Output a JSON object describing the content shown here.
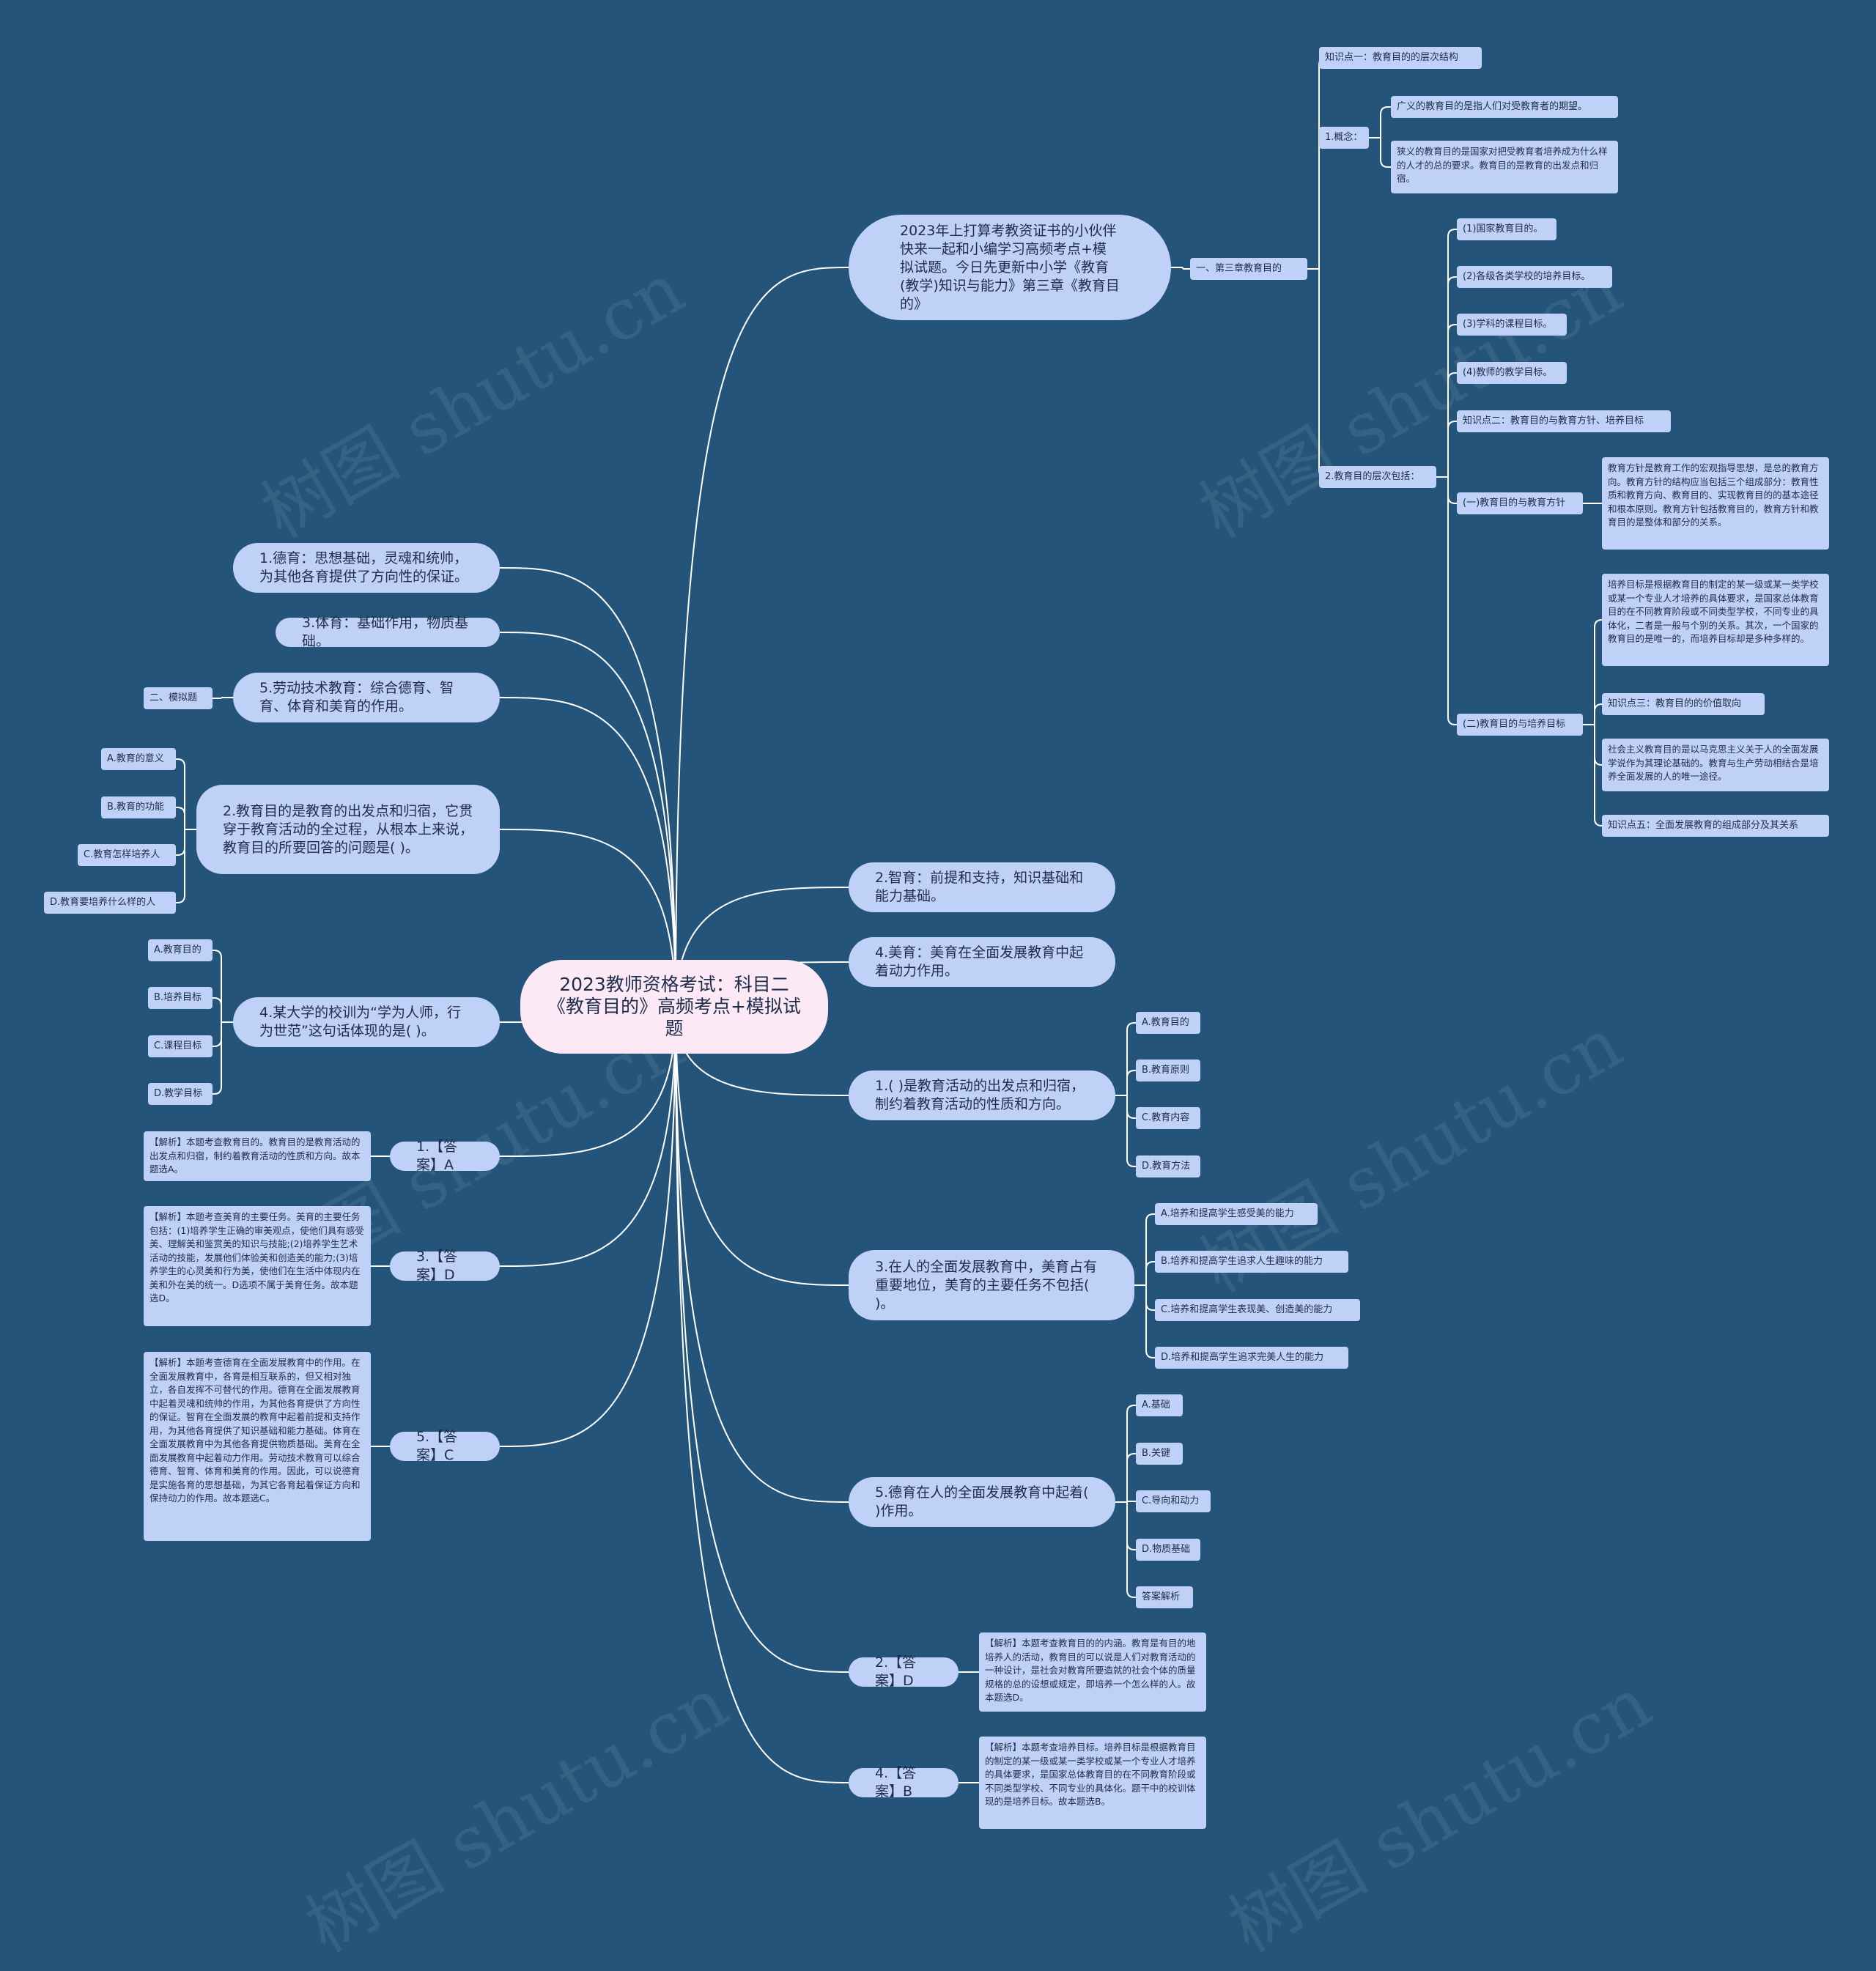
{
  "watermark": "树图 shutu.cn",
  "root": {
    "label": "2023教师资格考试：科目二《教育目的》高频考点+模拟试题"
  },
  "right": {
    "intro": "2023年上打算考教资证书的小伙伴快来一起和小编学习高频考点+模拟试题。今日先更新中小学《教育(教学)知识与能力》第三章《教育目的》",
    "chapter": "一、第三章教育目的",
    "kp1": "知识点一：教育目的的层次结构",
    "concept": "1.概念：",
    "concept_broad": "广义的教育目的是指人们对受教育者的期望。",
    "concept_narrow": "狭义的教育目的是国家对把受教育者培养成为什么样的人才的总的要求。教育目的是教育的出发点和归宿。",
    "levels": "2.教育目的层次包括：",
    "level_items": [
      "(1)国家教育目的。",
      "(2)各级各类学校的培养目标。",
      "(3)学科的课程目标。",
      "(4)教师的教学目标。"
    ],
    "kp2": "知识点二：教育目的与教育方针、培养目标",
    "policy": "(一)教育目的与教育方针",
    "policy_text": "教育方针是教育工作的宏观指导思想，是总的教育方向。教育方针的结构应当包括三个组成部分：教育性质和教育方向、教育目的、实现教育目的的基本途径和根本原则。教育方针包括教育目的，教育方针和教育目的是整体和部分的关系。",
    "goal": "(二)教育目的与培养目标",
    "goal_text": "培养目标是根据教育目的制定的某一级或某一类学校或某一个专业人才培养的具体要求，是国家总体教育目的在不同教育阶段或不同类型学校，不同专业的具体化，二者是一般与个别的关系。其次，一个国家的教育目的是唯一的，而培养目标却是多种多样的。",
    "kp3": "知识点三：教育目的的价值取向",
    "socialist": "社会主义教育目的是以马克思主义关于人的全面发展学说作为其理论基础的。教育与生产劳动相结合是培养全面发展的人的唯一途径。",
    "kp5": "知识点五：全面发展教育的组成部分及其关系",
    "zhiyu": "2.智育：前提和支持，知识基础和能力基础。",
    "meiyu": "4.美育：美育在全面发展教育中起着动力作用。",
    "q1": "1.( )是教育活动的出发点和归宿，制约着教育活动的性质和方向。",
    "q1_options": [
      "A.教育目的",
      "B.教育原则",
      "C.教育内容",
      "D.教育方法"
    ],
    "q3": "3.在人的全面发展教育中，美育占有重要地位，美育的主要任务不包括( )。",
    "q3_options": [
      "A.培养和提高学生感受美的能力",
      "B.培养和提高学生追求人生趣味的能力",
      "C.培养和提高学生表现美、创造美的能力",
      "D.培养和提高学生追求完美人生的能力"
    ],
    "q5": "5.德育在人的全面发展教育中起着( )作用。",
    "q5_options": [
      "A.基础",
      "B.关键",
      "C.导向和动力",
      "D.物质基础",
      "答案解析"
    ],
    "a2": "2.【答案】D",
    "a2_text": "【解析】本题考查教育目的的内涵。教育是有目的地培养人的活动，教育目的可以说是人们对教育活动的一种设计，是社会对教育所要造就的社会个体的质量规格的总的设想或规定，即培养一个怎么样的人。故本题选D。",
    "a4": "4.【答案】B",
    "a4_text": "【解析】本题考查培养目标。培养目标是根据教育目的制定的某一级或某一类学校或某一个专业人才培养的具体要求，是国家总体教育目的在不同教育阶段或不同类型学校、不同专业的具体化。题干中的校训体现的是培养目标。故本题选B。"
  },
  "left": {
    "deyu": "1.德育：思想基础，灵魂和统帅，为其他各育提供了方向性的保证。",
    "tiyu": "3.体育：基础作用，物质基础。",
    "laodong": "5.劳动技术教育：综合德育、智育、体育和美育的作用。",
    "mock": "二、模拟题",
    "q2": "2.教育目的是教育的出发点和归宿，它贯穿于教育活动的全过程，从根本上来说，教育目的所要回答的问题是( )。",
    "q2_options": [
      "A.教育的意义",
      "B.教育的功能",
      "C.教育怎样培养人",
      "D.教育要培养什么样的人"
    ],
    "q4": "4.某大学的校训为“学为人师，行为世范”这句话体现的是( )。",
    "q4_options": [
      "A.教育目的",
      "B.培养目标",
      "C.课程目标",
      "D.教学目标"
    ],
    "a1": "1.【答案】A",
    "a1_text": "【解析】本题考查教育目的。教育目的是教育活动的出发点和归宿，制约着教育活动的性质和方向。故本题选A。",
    "a3": "3.【答案】D",
    "a3_text": "【解析】本题考查美育的主要任务。美育的主要任务包括：(1)培养学生正确的审美观点，使他们具有感受美、理解美和鉴赏美的知识与技能;(2)培养学生艺术活动的技能，发展他们体验美和创造美的能力;(3)培养学生的心灵美和行为美，使他们在生活中体现内在美和外在美的统一。D选项不属于美育任务。故本题选D。",
    "a5": "5.【答案】C",
    "a5_text": "【解析】本题考查德育在全面发展教育中的作用。在全面发展教育中，各育是相互联系的，但又相对独立，各自发挥不可替代的作用。德育在全面发展教育中起着灵魂和统帅的作用，为其他各育提供了方向性的保证。智育在全面发展的教育中起着前提和支持作用，为其他各育提供了知识基础和能力基础。体育在全面发展教育中为其他各育提供物质基础。美育在全面发展教育中起着动力作用。劳动技术教育可以综合德育、智育、体育和美育的作用。因此，可以说德育是实施各育的思想基础，为其它各育起着保证方向和保持动力的作用。故本题选C。"
  }
}
